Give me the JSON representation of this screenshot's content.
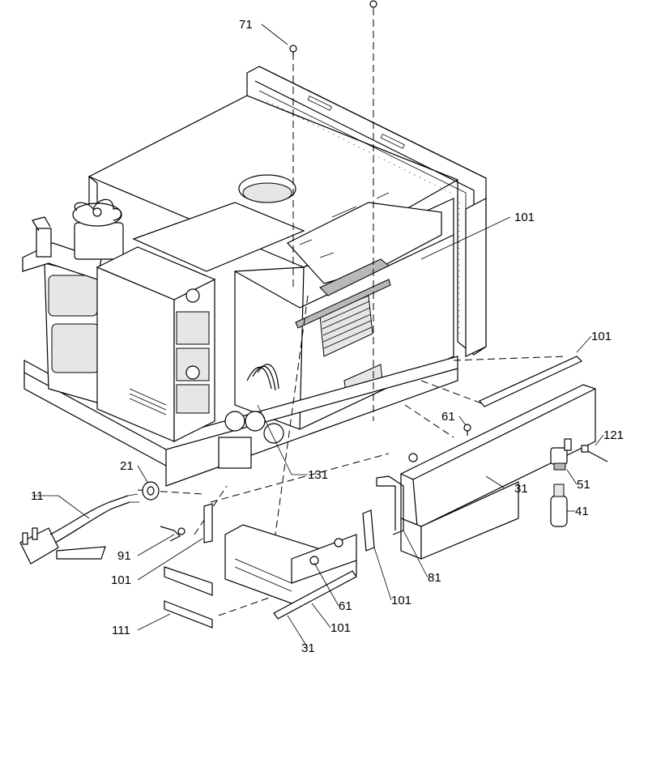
{
  "callouts": {
    "c71": "71",
    "c101_top": "101",
    "c101_rail": "101",
    "c61_top": "61",
    "c121": "121",
    "c21": "21",
    "c11": "11",
    "c51": "51",
    "c31_right": "31",
    "c41": "41",
    "c91": "91",
    "c131": "131",
    "c81": "81",
    "c101_left": "101",
    "c61_bottom": "61",
    "c101_center": "101",
    "c111": "111",
    "c101_bottom": "101",
    "c31_bottom": "31"
  }
}
